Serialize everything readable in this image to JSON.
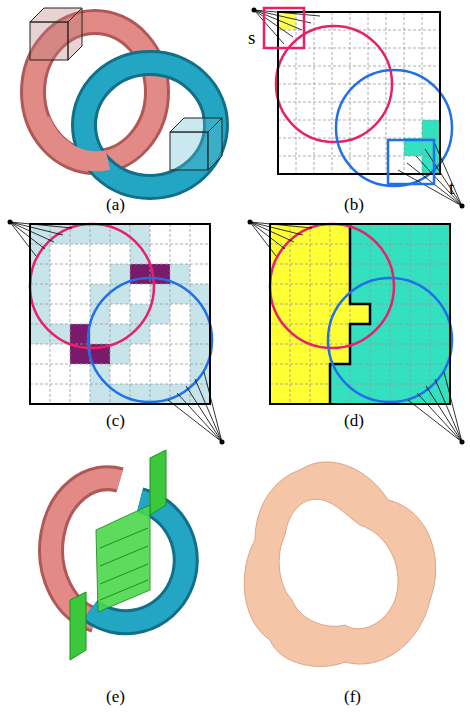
{
  "diagram": {
    "labels": [
      "s",
      "t",
      "(a)",
      "(b)",
      "(c)",
      "(d)",
      "(e)",
      "(f)"
    ]
  }
}
